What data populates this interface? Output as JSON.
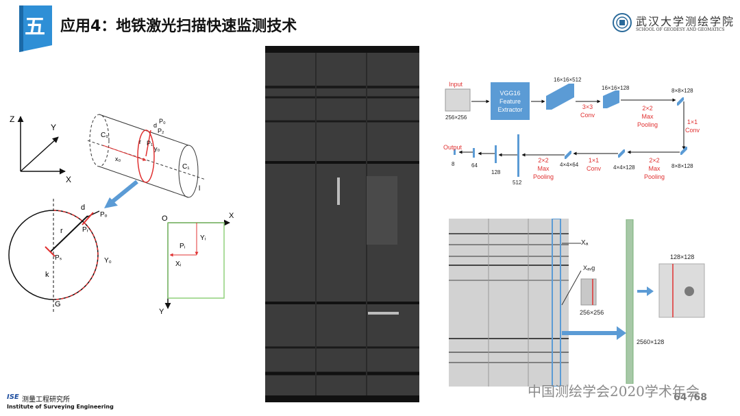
{
  "header": {
    "badge_char": "五",
    "title": "应用4：地铁激光扫描快速监测技术"
  },
  "logo": {
    "name": "武汉大学测绘学院",
    "subtitle": "SCHOOL OF GEODESY AND GEOMATICS"
  },
  "geometry": {
    "axis_z": "Z",
    "axis_y": "Y",
    "axis_x": "X",
    "c0": "C₀",
    "c1": "C₁",
    "x0": "x₀",
    "y0": "y₀",
    "p0": "P₀",
    "p2": "P₂",
    "p1": "P₁",
    "d": "d",
    "r": "r",
    "l": "l",
    "circle_po": "Pₒ",
    "circle_pr": "Pᵣ",
    "circle_ps": "Pₛ",
    "circle_d": "d",
    "circle_r": "r",
    "circle_k": "k",
    "circle_g": "G",
    "circle_y0": "Y₀",
    "grid_o": "O",
    "grid_x": "X",
    "grid_y": "Y",
    "grid_pi": "Pᵢ",
    "grid_yi": "Yᵢ",
    "grid_xi": "Xᵢ"
  },
  "network": {
    "input_label": "Input",
    "input_size": "256×256",
    "vgg_label": "VGG16\nFeature\nExtractor",
    "l1_size": "16×16×512",
    "op1": "3×3\nConv",
    "l2_size": "16×16×128",
    "op2": "2×2\nMax\nPooling",
    "l3_size": "8×8×128",
    "op3": "1×1\nConv",
    "l4_size": "8×8×128",
    "op4": "2×2\nMax\nPooling",
    "l5_size": "4×4×128",
    "op5": "1×1\nConv",
    "l6_size": "4×4×64",
    "op6": "2×2\nMax\nPooling",
    "l7_size": "512",
    "l8_size": "128",
    "l9_size": "64",
    "output_label": "Output",
    "output_size": "8"
  },
  "patch": {
    "xa": "Xₐ",
    "xavg": "Xₐᵥg",
    "patch_size": "256×256",
    "strip_size": "2560×128",
    "zoom_size": "128×128"
  },
  "footer": {
    "abbr": "ISE",
    "cn": "测量工程研究所",
    "en": "Institute of Surveying Engineering",
    "conference": "中国测绘学会2020学术年会",
    "page": "64 /68"
  },
  "colors": {
    "accent_blue": "#5b9bd5",
    "badge_blue": "#2e8fd6",
    "red": "#e03030",
    "green": "#8fd17a"
  }
}
